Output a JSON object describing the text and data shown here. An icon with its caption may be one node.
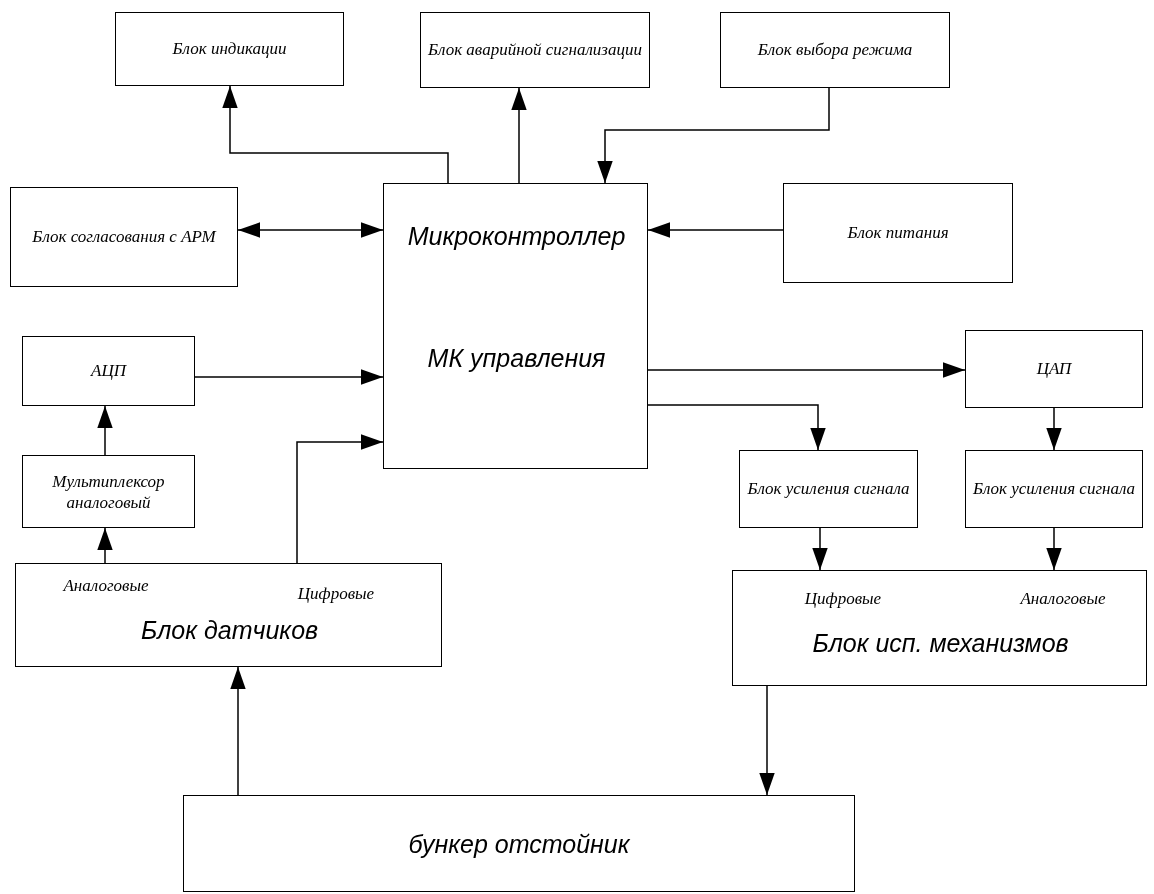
{
  "diagram": {
    "nodes": [
      {
        "text": [
          "Блок индикации"
        ]
      },
      {
        "text": [
          "Блок аварийной сигнализации"
        ]
      },
      {
        "text": [
          "Блок выбора режима"
        ]
      },
      {
        "text": [
          "Блок согласования с АРМ"
        ]
      },
      {
        "text": [
          "Микроконтроллер",
          "МК управления"
        ]
      },
      {
        "text": [
          "Блок питания"
        ]
      },
      {
        "text": [
          "АЦП"
        ]
      },
      {
        "text": [
          "Мультиплексор аналоговый"
        ]
      },
      {
        "text": [
          "Аналоговые",
          "Цифровые",
          "Блок датчиков"
        ]
      },
      {
        "text": [
          "ЦАП"
        ]
      },
      {
        "text": [
          "Блок усиления сигнала"
        ]
      },
      {
        "text": [
          "Блок усиления сигнала"
        ]
      },
      {
        "text": [
          "Цифровые",
          "Аналоговые",
          "Блок исп. механизмов"
        ]
      },
      {
        "text": [
          "бункер отстойник"
        ]
      }
    ],
    "edges": [
      {
        "from": 4,
        "to": 0,
        "arrow": "to"
      },
      {
        "from": 4,
        "to": 1,
        "arrow": "to"
      },
      {
        "from": 2,
        "to": 4,
        "arrow": "to"
      },
      {
        "from": 3,
        "to": 4,
        "arrow": "both"
      },
      {
        "from": 5,
        "to": 4,
        "arrow": "to"
      },
      {
        "from": 6,
        "to": 4,
        "arrow": "to"
      },
      {
        "from": 7,
        "to": 6,
        "arrow": "to"
      },
      {
        "from": 8,
        "to": 7,
        "arrow": "to"
      },
      {
        "from": 8,
        "to": 4,
        "arrow": "to"
      },
      {
        "from": 4,
        "to": 9,
        "arrow": "to"
      },
      {
        "from": 4,
        "to": 10,
        "arrow": "to"
      },
      {
        "from": 9,
        "to": 11,
        "arrow": "to"
      },
      {
        "from": 10,
        "to": 12,
        "arrow": "to"
      },
      {
        "from": 11,
        "to": 12,
        "arrow": "to"
      },
      {
        "from": 12,
        "to": 13,
        "arrow": "to"
      },
      {
        "from": 13,
        "to": 8,
        "arrow": "to"
      }
    ]
  }
}
